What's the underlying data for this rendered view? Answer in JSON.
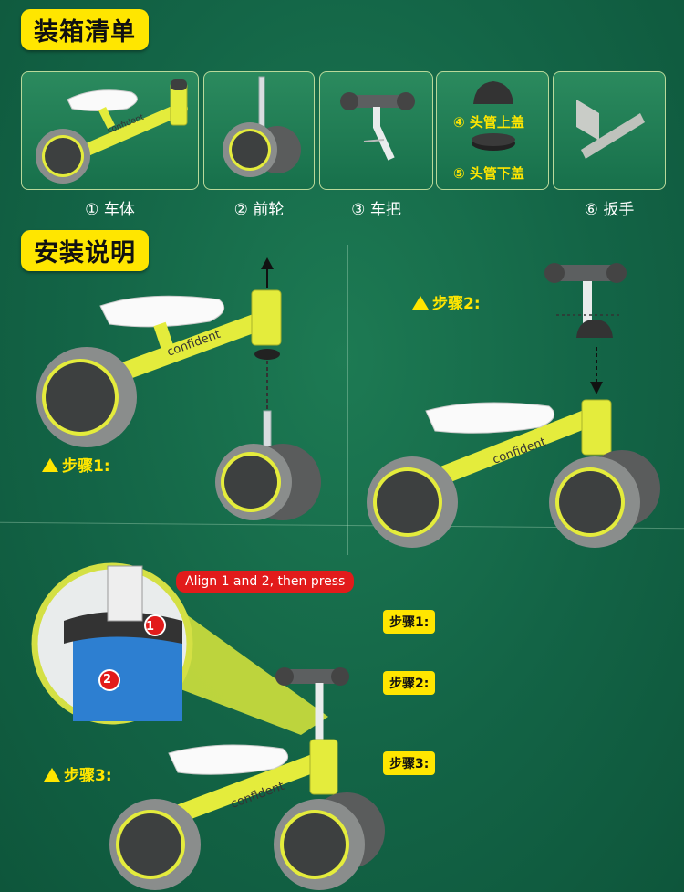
{
  "sections": {
    "packing_title": "装箱清单",
    "install_title": "安装说明"
  },
  "parts": [
    {
      "caption": "① 车体"
    },
    {
      "caption": "② 前轮"
    },
    {
      "caption": "③ 车把"
    },
    {
      "caption": "④ 头管上盖"
    },
    {
      "caption": "⑤ 头管下盖"
    },
    {
      "caption": "⑥ 扳手"
    }
  ],
  "brand": "confident",
  "steps": {
    "step1": "步骤1:",
    "step2": "步骤2:",
    "step3": "步骤3:"
  },
  "callout": "Align 1 and 2, then press",
  "markers": {
    "m1": "1",
    "m2": "2"
  },
  "colors": {
    "background": "#136446",
    "accent_yellow": "#ffe600",
    "frame_yellow": "#e4ec3c",
    "callout_red": "#e21b1b",
    "tire_gray": "#8a8d8c"
  }
}
